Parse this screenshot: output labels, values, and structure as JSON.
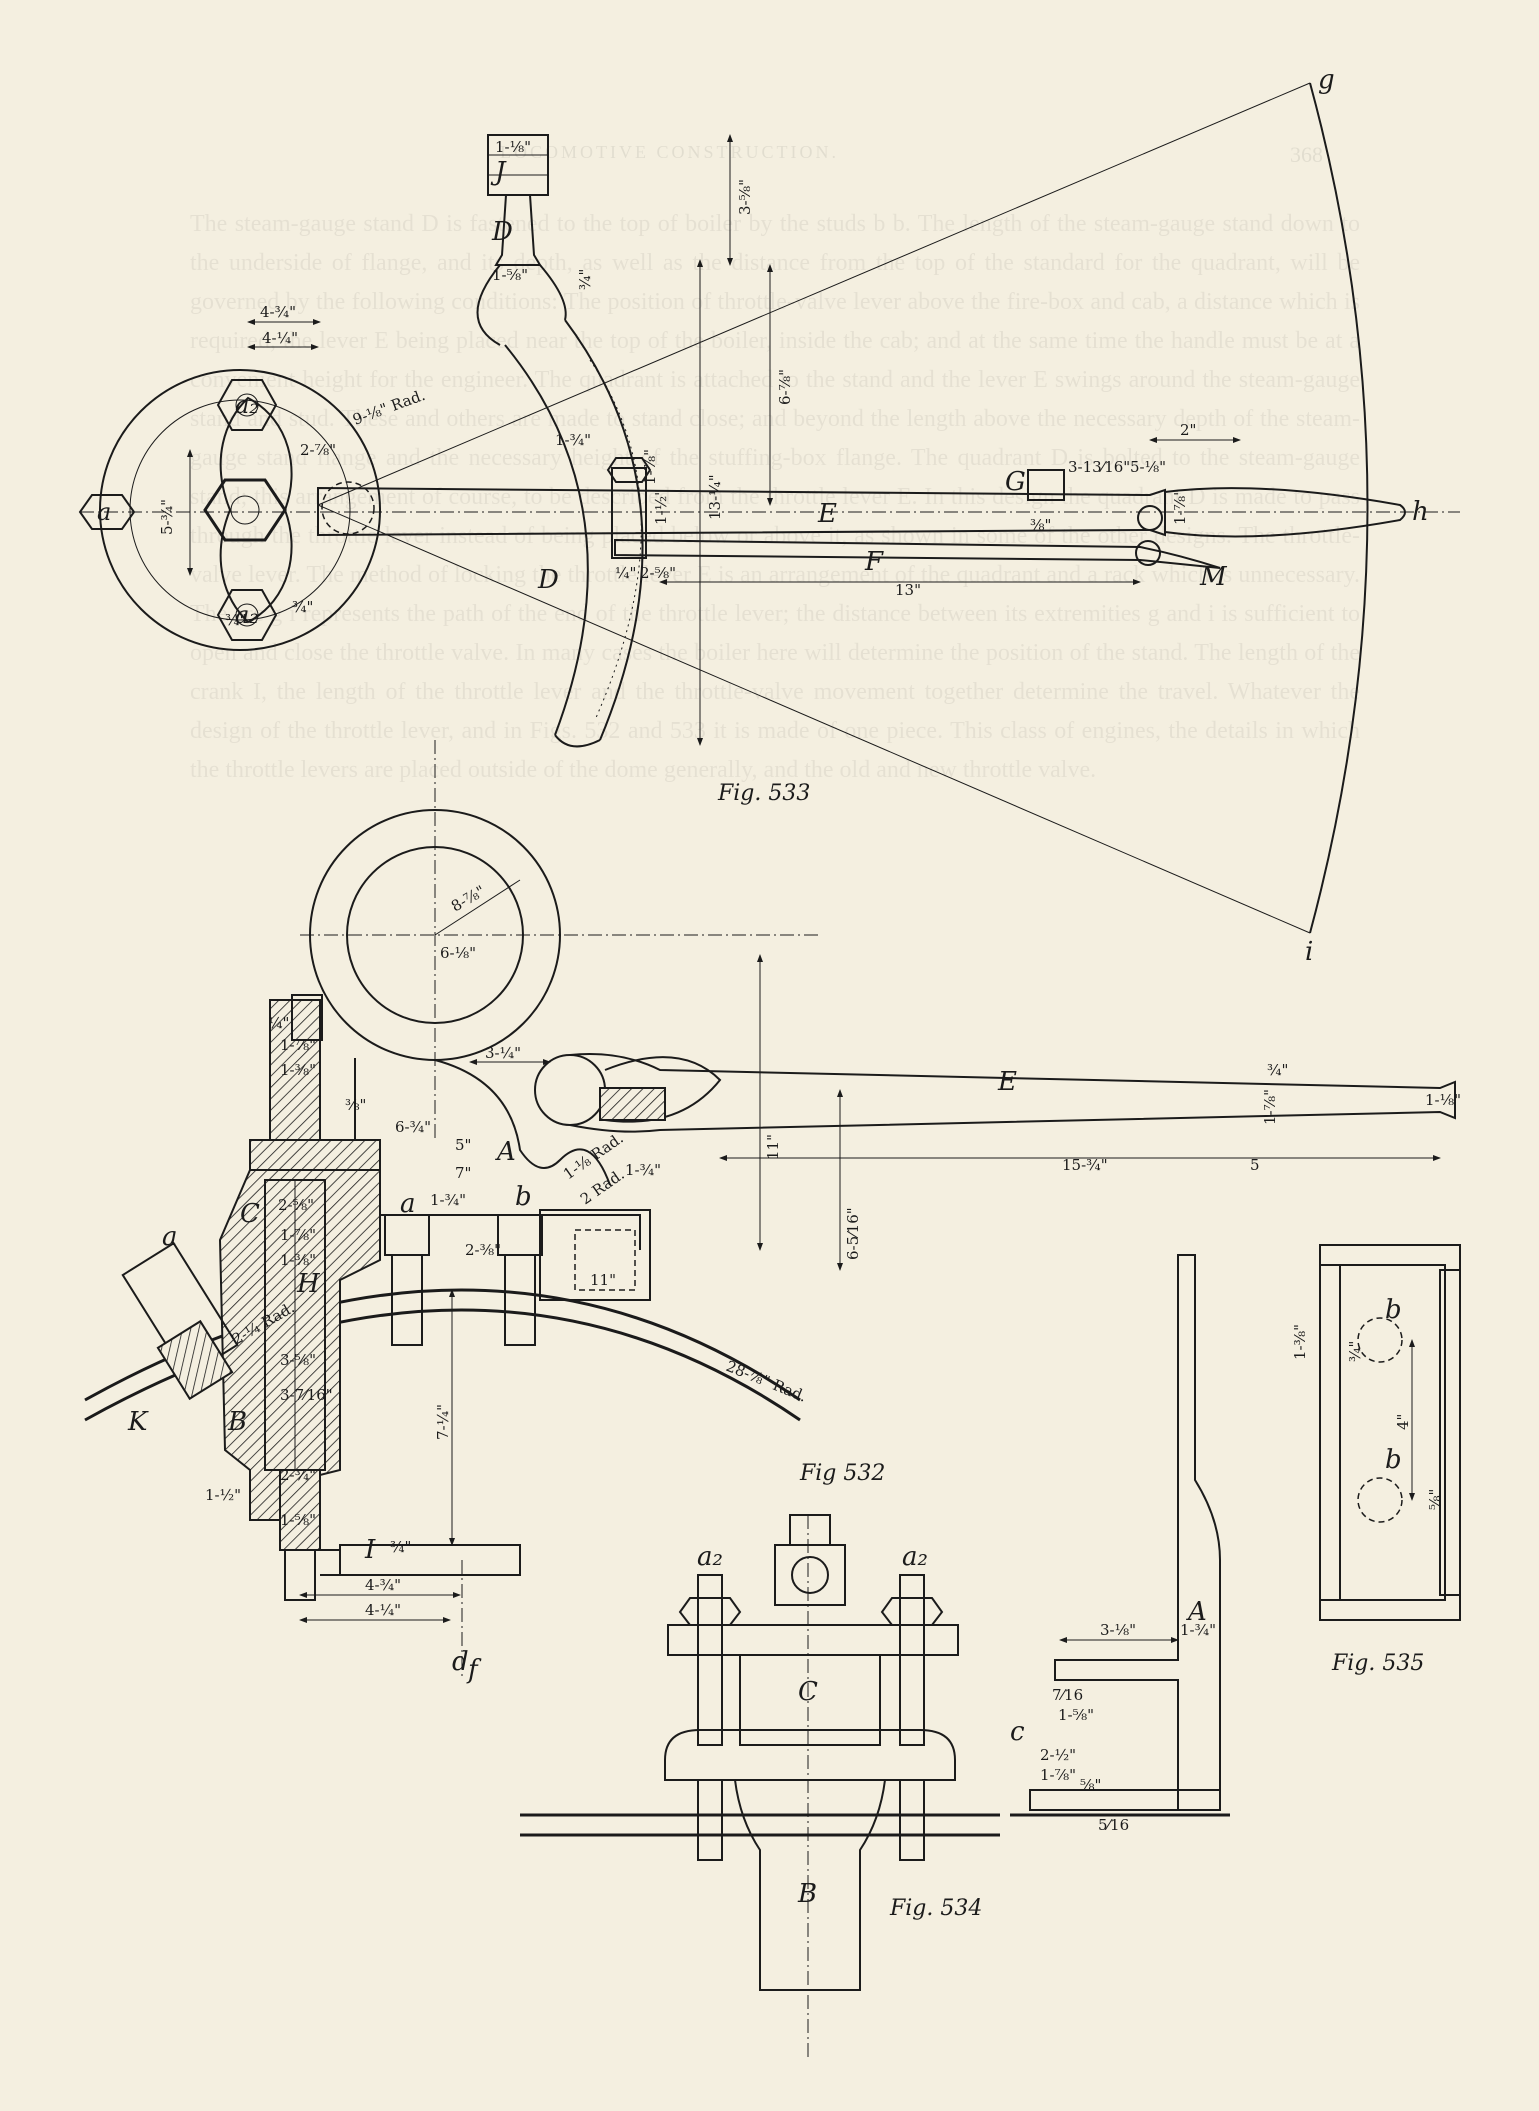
{
  "page": {
    "header": "LOCOMOTIVE CONSTRUCTION.",
    "page_number": "368",
    "body_text": "The steam-gauge stand D is fastened to the top of boiler by the studs b b. The length of the steam-gauge stand down to the underside of flange, and its depth, as well as the distance from the top of the standard for the quadrant, will be governed by the following conditions: The position of throttle-valve lever above the fire-box and cab, a distance which is required, the lever E being placed near the top of the boiler, inside the cab; and at the same time the handle must be at a convenient height for the engineer. The quadrant is attached to the stand and the lever E swings around the steam-gauge stand and stud. These and others are made to stand close; and beyond the length above the necessary depth of the steam-gauge stand flange and the necessary height of the stuffing-box flange. The quadrant D is bolted to the steam-gauge stand; this arrangement of course, to be described from the throttle lever E. In this design the quadrant D is made to pass through the throttle lever instead of being placed below or above it, as shown in some of the other designs. The throttle-valve lever. The method of locking the throttle lever E is an arrangement of the quadrant and a rack which is unnecessary. The arc g i represents the path of the end of the throttle lever; the distance between its extremities g and i is sufficient to open and close the throttle valve. In many cases the boiler here will determine the position of the stand. The length of the crank I, the length of the throttle lever and the throttle-valve movement together determine the travel. Whatever the design of the throttle lever, and in Figs. 532 and 533 it is made of one piece. This class of engines, the details in which the throttle levers are placed outside of the dome generally, and the old and new throttle valve."
  },
  "figures": {
    "fig533": {
      "caption": "Fig. 533",
      "labels": {
        "a": "a",
        "a2": "a₂",
        "D": "D",
        "E": "E",
        "F": "F",
        "G": "G",
        "M": "M",
        "g": "g",
        "h": "h",
        "i": "i",
        "J": "J"
      },
      "dims": {
        "d1": "4-¾\"",
        "d2": "4-¼\"",
        "d3": "9-⅛\" Rad.",
        "d4": "2-⅞\"",
        "d5": "1-¾\"",
        "d6": "13-¼\"",
        "d7": "6-⅞\"",
        "d8": "3-⅝\"",
        "d9": "2\"",
        "d10": "3-13⁄16\"",
        "d11": "5-⅛\"",
        "d12": "13\"",
        "d13": "5-¾\"",
        "d14": "1-⅞\"",
        "d15": "1-⅞\"",
        "d16": "¾\"",
        "d17": "2-⅝\"",
        "d18": "¼\"",
        "d19": "1-⅛\"",
        "d20": "1-½\"",
        "d21": "1-⅝\"",
        "d22": "¾\"",
        "d23": "⅜\"",
        "d24": "¾\""
      }
    },
    "fig532": {
      "caption": "Fig 532",
      "labels": {
        "A": "A",
        "B": "B",
        "C": "C",
        "E": "E",
        "H": "H",
        "I": "I",
        "K": "K",
        "a": "a",
        "a_left": "a",
        "b": "b",
        "d": "d",
        "f": "f"
      },
      "dims": {
        "r1": "8-⅞\"",
        "r2": "6-⅛\"",
        "e1": "3-¼\"",
        "e2": "15-¾\"",
        "e3": "1-⅞\"",
        "e4": "¾\"",
        "e5": "1-⅛\"",
        "e6": "11\"",
        "e7": "6-5⁄16\"",
        "e8": "1-⅛ Rad.",
        "e9": "2 Rad.",
        "e10": "1-¾\"",
        "e11": "28-⅞\" Rad.",
        "e12": "5",
        "e13": "11\"",
        "e14": "6-¾\"",
        "e15": "5\"",
        "e16": "7\"",
        "e17": "4-¾\"",
        "e18": "4-¼\"",
        "e19": "7-¼\"",
        "e20": "1-⅝\"",
        "e21": "2-¾\"",
        "e22": "3-7⁄16\"",
        "e23": "2-¼ Rad.",
        "e24": "1-⅞\"",
        "e25": "1-⅜\"",
        "e26": "2-⅝\"",
        "e27": "¼\"",
        "e28": "1-⅞\"",
        "e29": "1-⅜\"",
        "e30": "3-⅝\"",
        "e31": "1-½\"",
        "e32": "¾\"",
        "e33": "⅜\"",
        "e34": "2-⅜\"",
        "e35": "1-¾\""
      }
    },
    "fig534": {
      "caption": "Fig. 534",
      "labels": {
        "a2_left": "a₂",
        "a2_right": "a₂",
        "C": "C",
        "B": "B"
      }
    },
    "fig535": {
      "caption": "Fig. 535",
      "labels": {
        "A": "A",
        "b1": "b",
        "b2": "b",
        "c": "c"
      },
      "dims": {
        "f1": "3-⅛\"",
        "f2": "1-¾\"",
        "f3": "7⁄16",
        "f4": "1-⅝\"",
        "f5": "2-½\"",
        "f6": "1-⅞\"",
        "f7": "⅝\"",
        "f8": "5⁄16",
        "f9": "¾\"",
        "f10": "1-⅜\"",
        "f11": "4\"",
        "f12": "⅝\""
      }
    }
  }
}
